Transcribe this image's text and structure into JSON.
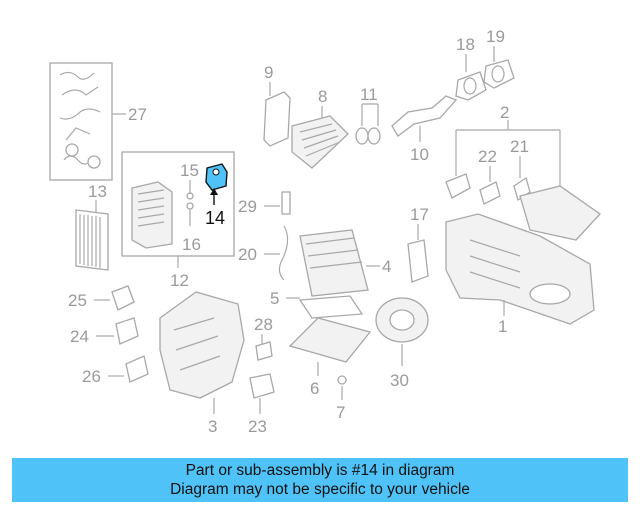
{
  "diagram": {
    "callouts": {
      "c1": "1",
      "c2": "2",
      "c3": "3",
      "c4": "4",
      "c5": "5",
      "c6": "6",
      "c7": "7",
      "c8": "8",
      "c9": "9",
      "c10": "10",
      "c11": "11",
      "c12": "12",
      "c13": "13",
      "c14": "14",
      "c15": "15",
      "c16": "16",
      "c17": "17",
      "c18": "18",
      "c19": "19",
      "c20": "20",
      "c21": "21",
      "c22": "22",
      "c23": "23",
      "c24": "24",
      "c25": "25",
      "c26": "26",
      "c27": "27",
      "c28": "28",
      "c29": "29",
      "c30": "30"
    },
    "highlight_color": "#4fc3f7",
    "highlighted_part": "14"
  },
  "banner": {
    "line1": "Part or sub-assembly is #14 in diagram",
    "line2": "Diagram may not be specific to your vehicle",
    "background": "#4fc3f7"
  }
}
